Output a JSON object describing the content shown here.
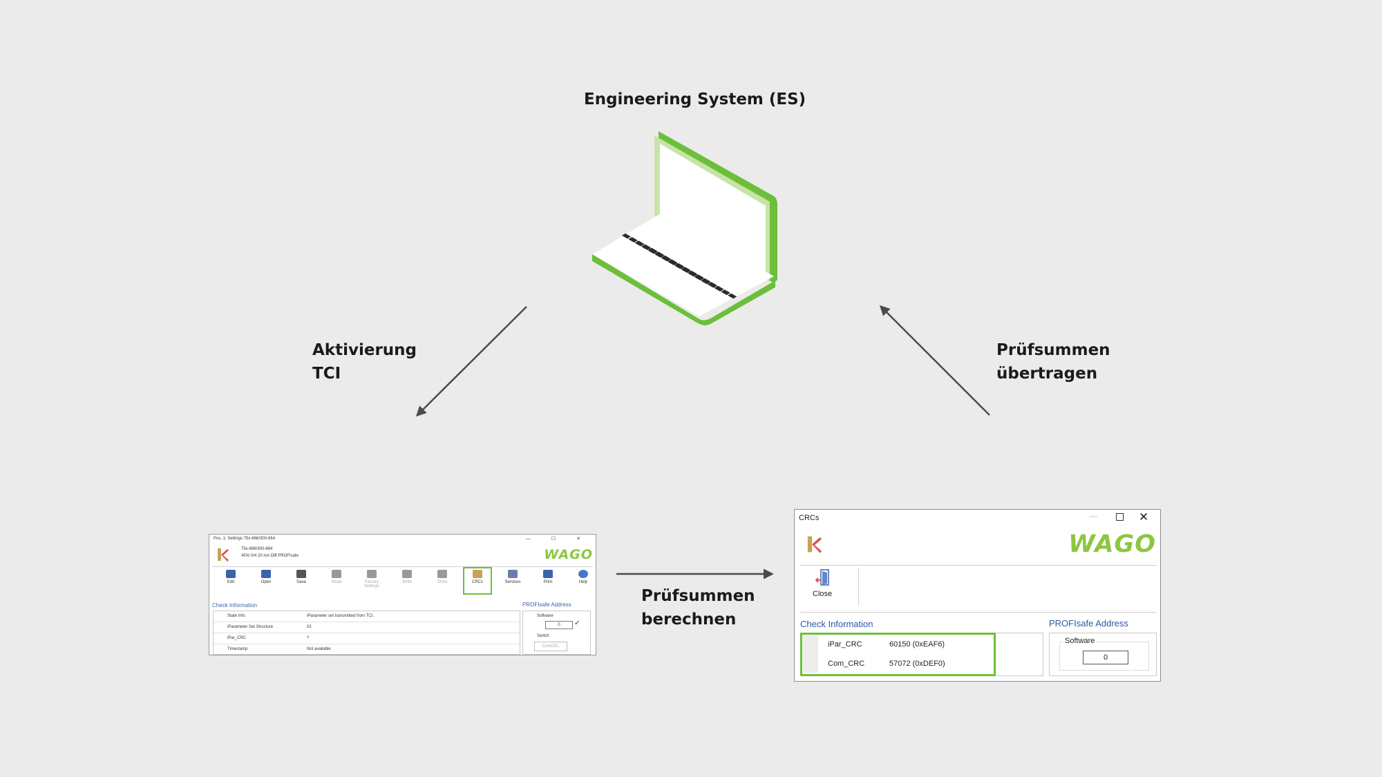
{
  "labels": {
    "es_title": "Engineering System (ES)",
    "left_arrow_line1": "Aktivierung",
    "left_arrow_line2": "TCI",
    "right_arrow_line1": "Prüfsummen",
    "right_arrow_line2": "übertragen",
    "bottom_arrow_line1": "Prüfsummen",
    "bottom_arrow_line2": "berechnen"
  },
  "colors": {
    "background": "#ebebeb",
    "laptop_green": "#6cbf3a",
    "laptop_light_green": "#c8e3a8",
    "keyboard": "#2b2b2b",
    "arrow": "#4a4a52",
    "wago_green": "#8dc63f",
    "highlight_green": "#6cbf3a",
    "link_blue": "#2d57a3"
  },
  "small_window": {
    "title": "Pos. 1: Settings 75x-666/300-864",
    "product_line1": "75x-666/300-864",
    "product_line2": "4FAI 0/4 20 mA Diff PROFIsafe",
    "logo": "WAGO",
    "window_controls": "— ☐ ✕",
    "toolbar": [
      {
        "label": "Edit",
        "icon": "edit-icon",
        "disabled": false,
        "highlight": false
      },
      {
        "label": "Open",
        "icon": "folder-icon",
        "disabled": false,
        "highlight": false
      },
      {
        "label": "Save",
        "icon": "save-icon",
        "disabled": false,
        "highlight": false
      },
      {
        "label": "Read",
        "icon": "read-icon",
        "disabled": true,
        "highlight": false
      },
      {
        "label": "Factory Settings",
        "icon": "factory-icon",
        "disabled": true,
        "highlight": false
      },
      {
        "label": "Write",
        "icon": "write-icon",
        "disabled": true,
        "highlight": false
      },
      {
        "label": "Store",
        "icon": "store-icon",
        "disabled": true,
        "highlight": false
      },
      {
        "label": "CRCs",
        "icon": "crc-icon",
        "disabled": false,
        "highlight": true
      },
      {
        "label": "Services",
        "icon": "services-icon",
        "disabled": false,
        "highlight": false
      },
      {
        "label": "Print",
        "icon": "printer-icon",
        "disabled": false,
        "highlight": false
      },
      {
        "label": "Help",
        "icon": "help-icon",
        "disabled": false,
        "highlight": false
      }
    ],
    "check_info_title": "Check Information",
    "profisafe_title": "PROFIsafe Address",
    "rows": [
      {
        "key": "State Info",
        "value": "iParameter set transmitted from TCI."
      },
      {
        "key": "iParameter Set Structure",
        "value": "02"
      },
      {
        "key": "iPar_CRC",
        "value": "?"
      },
      {
        "key": "Timestamp",
        "value": "Not available"
      }
    ],
    "software_label": "Software",
    "software_value": "0",
    "switch_label": "Switch",
    "switch_button": "CANCEL"
  },
  "crc_window": {
    "title": "CRCs",
    "logo": "WAGO",
    "close_label": "Close",
    "check_info_title": "Check Information",
    "profisafe_title": "PROFIsafe Address",
    "rows": [
      {
        "key": "iPar_CRC",
        "value": "60150 (0xEAF6)"
      },
      {
        "key": "Com_CRC",
        "value": "57072 (0xDEF0)"
      }
    ],
    "software_label": "Software",
    "software_value": "0"
  }
}
